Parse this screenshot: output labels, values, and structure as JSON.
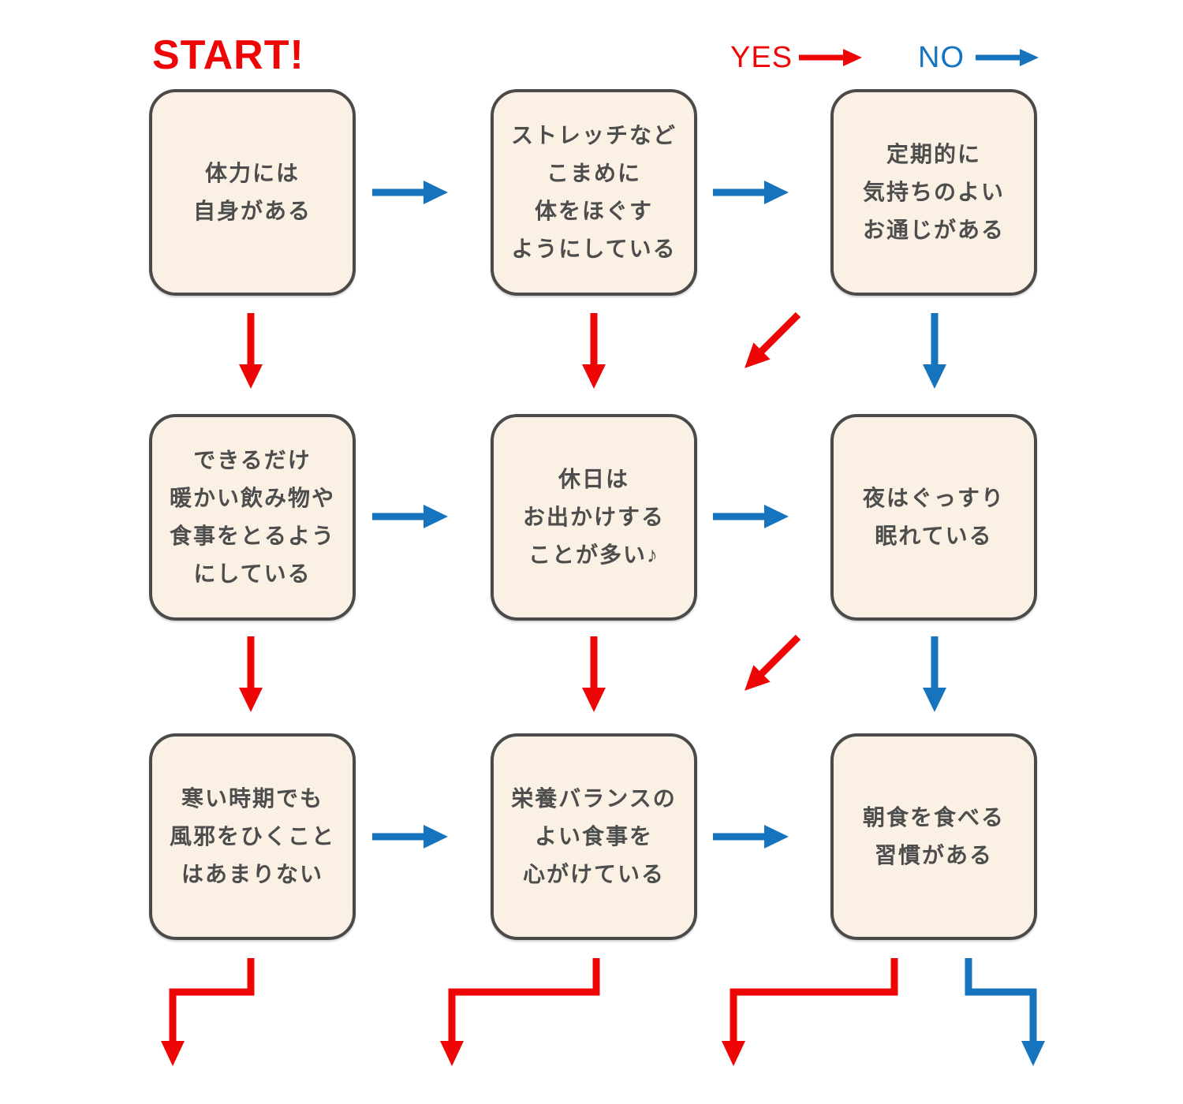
{
  "title": {
    "start_label": "START!"
  },
  "legend": {
    "yes_label": "YES",
    "no_label": "NO"
  },
  "colors": {
    "yes_red": "#ee0606",
    "no_blue": "#1673be",
    "box_fill": "#faf1e4",
    "box_border": "#4a4a4a",
    "box_text": "#4d4d4d"
  },
  "boxes": [
    {
      "id": "stamina",
      "row": 1,
      "col": 1,
      "text": "体力には\n自身がある"
    },
    {
      "id": "stretch",
      "row": 1,
      "col": 2,
      "text": "ストレッチなど\nこまめに\n体をほぐす\nようにしている"
    },
    {
      "id": "bowel",
      "row": 1,
      "col": 3,
      "text": "定期的に\n気持ちのよい\nお通じがある"
    },
    {
      "id": "warm-meals",
      "row": 2,
      "col": 1,
      "text": "できるだけ\n暖かい飲み物や\n食事をとるよう\nにしている"
    },
    {
      "id": "outing",
      "row": 2,
      "col": 2,
      "text": "休日は\nお出かけする\nことが多い♪"
    },
    {
      "id": "sleep",
      "row": 2,
      "col": 3,
      "text": "夜はぐっすり\n眠れている"
    },
    {
      "id": "no-colds",
      "row": 3,
      "col": 1,
      "text": "寒い時期でも\n風邪をひくこと\nはあまりない"
    },
    {
      "id": "nutrition",
      "row": 3,
      "col": 2,
      "text": "栄養バランスの\nよい食事を\n心がけている"
    },
    {
      "id": "breakfast",
      "row": 3,
      "col": 3,
      "text": "朝食を食べる\n習慣がある"
    }
  ],
  "edges": [
    {
      "from": "stamina",
      "to": "stretch",
      "answer": "no"
    },
    {
      "from": "stretch",
      "to": "bowel",
      "answer": "no"
    },
    {
      "from": "stamina",
      "to": "warm-meals",
      "answer": "yes"
    },
    {
      "from": "stretch",
      "to": "outing",
      "answer": "yes"
    },
    {
      "from": "bowel",
      "to": "outing",
      "answer": "yes"
    },
    {
      "from": "bowel",
      "to": "sleep",
      "answer": "no"
    },
    {
      "from": "warm-meals",
      "to": "outing",
      "answer": "no"
    },
    {
      "from": "outing",
      "to": "sleep",
      "answer": "no"
    },
    {
      "from": "warm-meals",
      "to": "no-colds",
      "answer": "yes"
    },
    {
      "from": "outing",
      "to": "nutrition",
      "answer": "yes"
    },
    {
      "from": "sleep",
      "to": "nutrition",
      "answer": "yes"
    },
    {
      "from": "sleep",
      "to": "breakfast",
      "answer": "no"
    },
    {
      "from": "no-colds",
      "to": "nutrition",
      "answer": "no"
    },
    {
      "from": "nutrition",
      "to": "breakfast",
      "answer": "no"
    },
    {
      "from": "no-colds",
      "to": "offscreen",
      "answer": "yes"
    },
    {
      "from": "nutrition",
      "to": "offscreen",
      "answer": "yes"
    },
    {
      "from": "breakfast",
      "to": "offscreen",
      "answer": "yes"
    },
    {
      "from": "breakfast",
      "to": "offscreen",
      "answer": "no"
    }
  ]
}
